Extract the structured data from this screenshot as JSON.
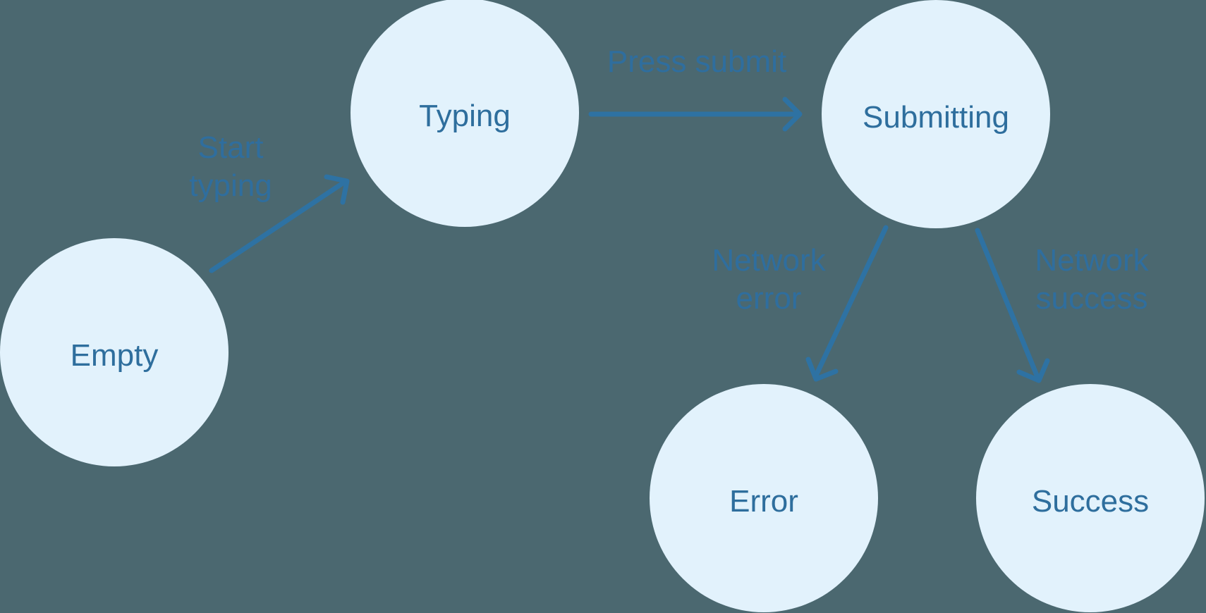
{
  "diagram": {
    "type": "state-machine"
  },
  "colors": {
    "background": "#4b6870",
    "node-fill": "#e2f2fc",
    "node-text": "#2e6e9d",
    "edge": "#2e72a3",
    "edge-label": "#2f6e9e"
  },
  "states": [
    {
      "id": "empty",
      "label": "Empty"
    },
    {
      "id": "typing",
      "label": "Typing"
    },
    {
      "id": "submitting",
      "label": "Submitting"
    },
    {
      "id": "error",
      "label": "Error"
    },
    {
      "id": "success",
      "label": "Success"
    }
  ],
  "transitions": [
    {
      "from": "empty",
      "to": "typing",
      "lines": [
        "Start",
        "typing"
      ]
    },
    {
      "from": "typing",
      "to": "submitting",
      "lines": [
        "Press submit"
      ]
    },
    {
      "from": "submitting",
      "to": "error",
      "lines": [
        "Network",
        "error"
      ]
    },
    {
      "from": "submitting",
      "to": "success",
      "lines": [
        "Network",
        "success"
      ]
    }
  ]
}
